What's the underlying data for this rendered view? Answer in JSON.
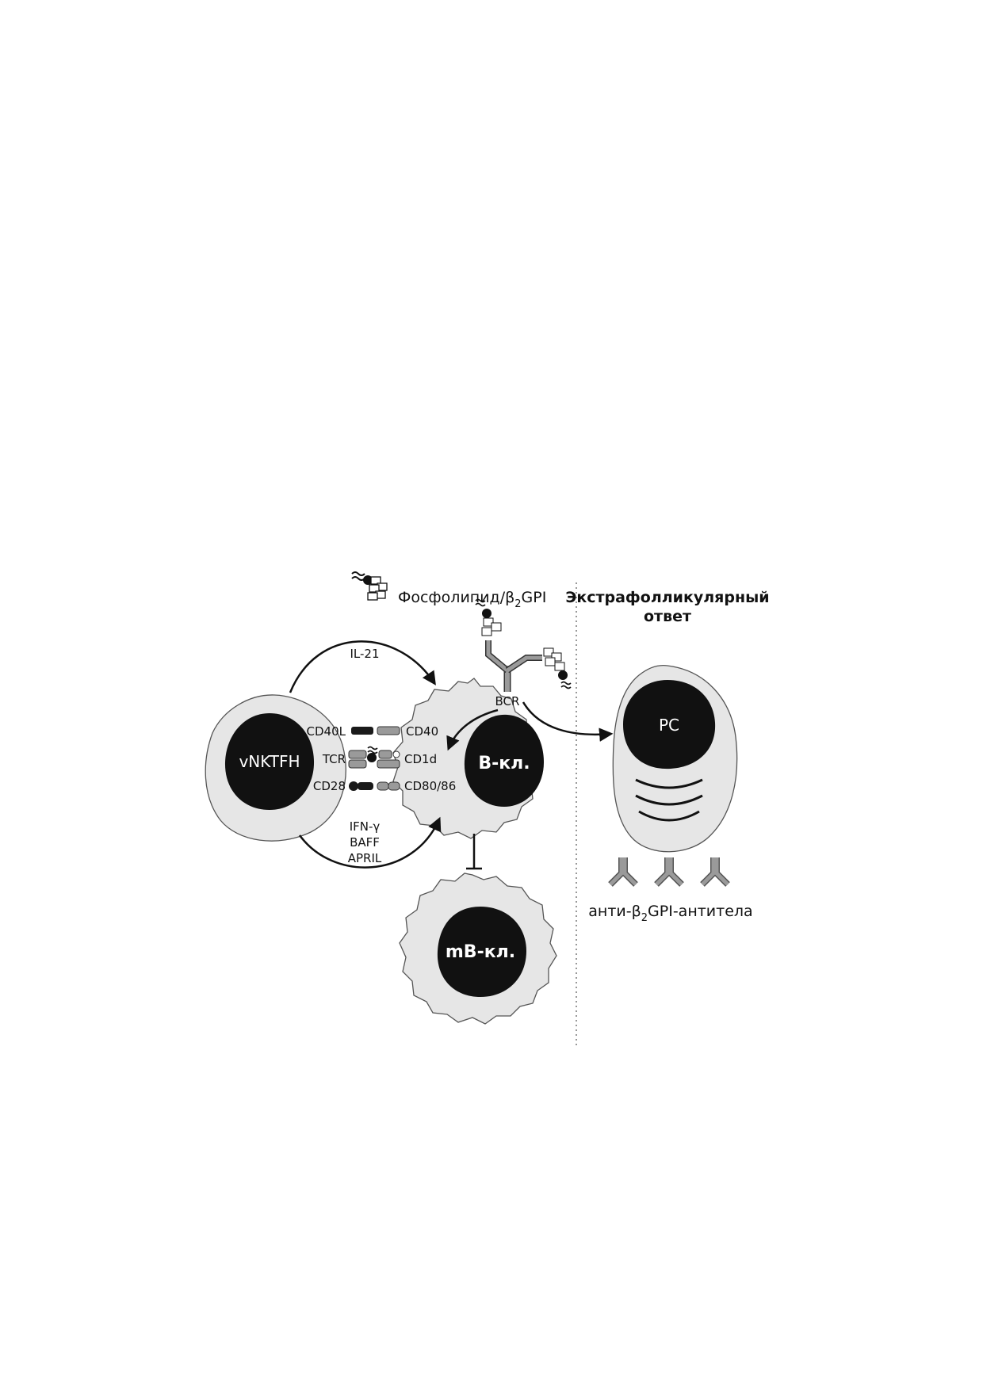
{
  "legend": {
    "antigen_label_prefix": "Фосфолипид/β",
    "antigen_label_sub": "2",
    "antigen_label_suffix": "GPI"
  },
  "section_title": {
    "line1": "Экстрафолликулярный",
    "line2": "ответ"
  },
  "cells": {
    "nkt": "vNKTFH",
    "b_cell": "B-кл.",
    "memory_b": "mB-кл.",
    "plasma": "PC"
  },
  "receptors": {
    "nkt_side": [
      "CD40L",
      "TCR",
      "CD28"
    ],
    "b_side": [
      "CD40",
      "CD1d",
      "CD80/86"
    ],
    "bcr": "BCR"
  },
  "signals": {
    "il21": "IL-21",
    "lower": [
      "IFN-γ",
      "BAFF",
      "APRIL"
    ]
  },
  "antibodies": {
    "label_prefix": "анти-β",
    "label_sub": "2",
    "label_suffix": "GPI-антитела"
  },
  "colors": {
    "cytoplasm": "#e6e6e6",
    "nucleus": "#111111",
    "receptor_dark": "#1a1a1a",
    "receptor_gray": "#9a9a9a",
    "antibody": "#8c8c8c"
  }
}
